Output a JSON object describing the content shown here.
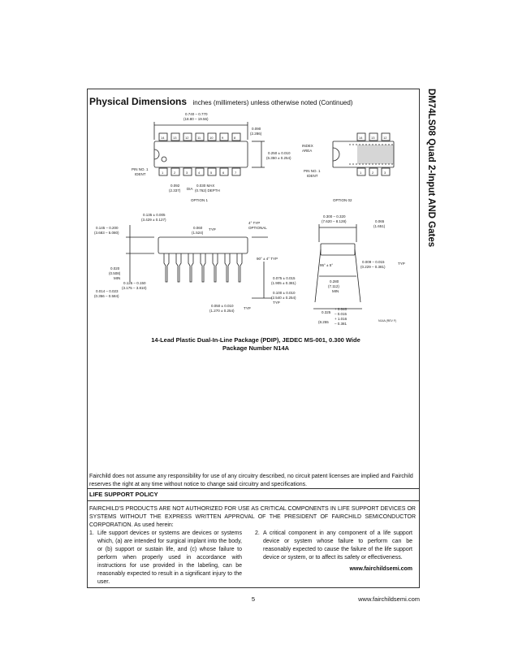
{
  "doc": {
    "side_title": "DM74LS08 Quad 2-Input AND Gates",
    "section_title": "Physical Dimensions",
    "section_subtitle": "inches (millimeters) unless otherwise noted (Continued)",
    "package_caption_line1": "14-Lead Plastic Dual-In-Line Package (PDIP), JEDEC MS-001, 0.300 Wide",
    "package_caption_line2": "Package Number N14A",
    "disclaimer": "Fairchild does not assume any responsibility for use of any circuitry described, no circuit patent licenses are implied and Fairchild reserves the right at any time without notice to change said circuitry and specifications.",
    "life_support_title": "LIFE SUPPORT POLICY",
    "life_support_text": "FAIRCHILD'S PRODUCTS ARE NOT AUTHORIZED FOR USE AS CRITICAL COMPONENTS IN LIFE SUPPORT DEVICES OR SYSTEMS WITHOUT THE EXPRESS WRITTEN APPROVAL OF THE PRESIDENT OF FAIRCHILD SEMICONDUCTOR CORPORATION. As used herein:",
    "item1_num": "1.",
    "item1_text": "Life support devices or systems are devices or systems which, (a) are intended for surgical implant into the body, or (b) support or sustain life, and (c) whose failure to perform when properly used in accordance with instructions for use provided in the labeling, can be reasonably expected to result in a significant injury to the user.",
    "item2_num": "2.",
    "item2_text": "A critical component in any component of a life support device or system whose failure to perform can be reasonably expected to cause the failure of the life support device or system, or to affect its safety or effectiveness.",
    "website": "www.fairchildsemi.com",
    "page_number": "5",
    "footer_site": "www.fairchildsemi.com"
  },
  "drawing": {
    "top_pins": [
      "14",
      "13",
      "12",
      "11",
      "10",
      "9",
      "8"
    ],
    "bottom_pins": [
      "1",
      "2",
      "3",
      "4",
      "5",
      "6",
      "7"
    ],
    "opt2_top_pins": [
      "14",
      "13",
      "12"
    ],
    "opt2_bottom_pins": [
      "1",
      "2",
      "3"
    ],
    "len_dim": "0.740 – 0.770",
    "len_dim_mm": "(18.80 – 19.56)",
    "end_dim": "0.090",
    "end_dim_mm": "(2.286)",
    "width_dim": "0.250 ± 0.010",
    "width_dim_mm": "(6.350 ± 0.254)",
    "pin1_ident": "PIN NO. 1",
    "ident": "IDENT",
    "dia_dim": "0.092",
    "dia_dim_mm": "(2.337)",
    "dia_label": "DIA",
    "depth_dim": "0.030 MAX",
    "depth_dim_mm": "(0.762) DEPTH",
    "option1": "OPTION 1",
    "option2": "OPTION 02",
    "index_area": "INDEX",
    "index_area2": "AREA",
    "h1": "0.135 ± 0.005",
    "h1_mm": "(3.429 ± 0.127)",
    "h2": "0.145 – 0.200",
    "h2_mm": "(3.683 – 5.080)",
    "t1": "0.060",
    "t1_mm": "(1.524)",
    "typ": "TYP",
    "ang1": "4° TYP",
    "optional": "OPTIONAL",
    "ang2": "90° ± 4° TYP",
    "min1": "0.020",
    "min1_mm": "(0.508)",
    "min": "MIN",
    "lead1": "0.125 – 0.150",
    "lead1_mm": "(3.175 – 3.810)",
    "lead2": "0.014 – 0.023",
    "lead2_mm": "(0.356 – 0.584)",
    "sp1": "0.075 ± 0.015",
    "sp1_mm": "(1.905 ± 0.381)",
    "sp2": "0.100 ± 0.010",
    "sp2_mm": "(2.540 ± 0.254)",
    "sp3": "0.050 ± 0.010",
    "sp3_mm": "(1.270 ± 0.254)",
    "ew1": "0.300 – 0.320",
    "ew1_mm": "(7.620 – 8.128)",
    "ew2": "0.065",
    "ew2_mm": "(1.651)",
    "ang3": "95° ± 5°",
    "ew3": "0.009 – 0.015",
    "ew3_mm": "(0.229 – 0.381)",
    "ew4": "0.280",
    "ew4_mm": "(7.112)",
    "ew5": "0.325",
    "ew5_tol_plus": "+ 0.040",
    "ew5_tol_minus": "– 0.015",
    "ew5_mm": "(8.255",
    "ew5_mm_plus": "+ 1.016",
    "ew5_mm_minus": "– 0.381",
    "drawing_code": "N14A (REV F)"
  }
}
